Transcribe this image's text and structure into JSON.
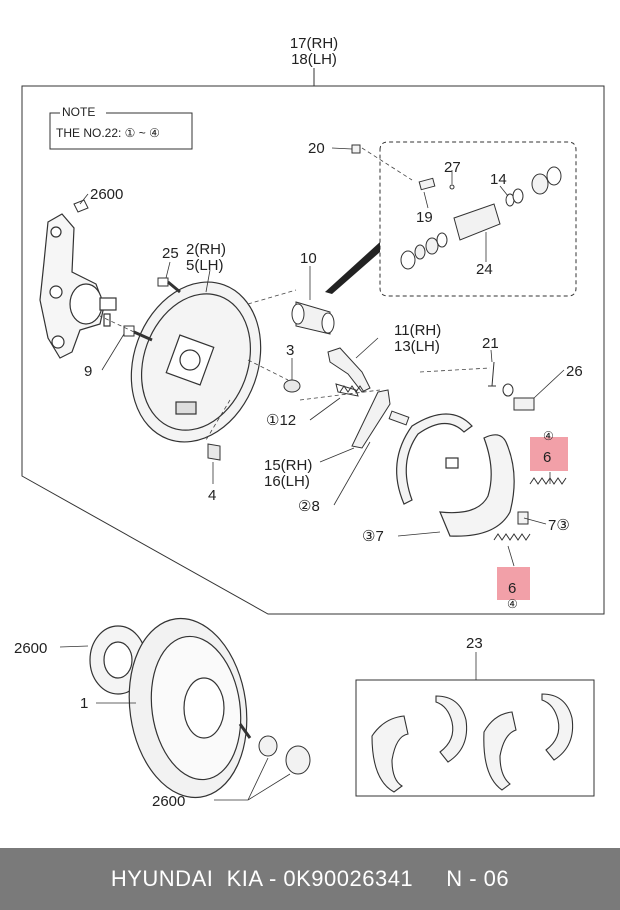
{
  "title": {
    "line1": "17(RH)",
    "line2": "18(LH)"
  },
  "note": {
    "header": "NOTE",
    "text": "THE NO.22: ① ~ ④"
  },
  "labels": {
    "p2600_top": "2600",
    "p20": "20",
    "p27": "27",
    "p14": "14",
    "p19": "19",
    "p24": "24",
    "p25": "25",
    "p2rh": "2(RH)",
    "p5lh": "5(LH)",
    "p10": "10",
    "p9": "9",
    "p3": "3",
    "p4": "4",
    "p11": "11(RH)",
    "p13": "13(LH)",
    "p21": "21",
    "p26": "26",
    "p12": "①12",
    "p15": "15(RH)",
    "p16": "16(LH)",
    "p8": "②8",
    "p37": "③7",
    "p73": "7③",
    "p6a_circle": "④",
    "p6a": "6",
    "p6b": "6",
    "p6b_circle": "④",
    "p2600_mid": "2600",
    "p1": "1",
    "p23": "23",
    "p2600_bot": "2600"
  },
  "highlight_color": "#f2a0a8",
  "footer": {
    "text": "HYUNDAI  KIA - 0K90026341     N - 06"
  }
}
